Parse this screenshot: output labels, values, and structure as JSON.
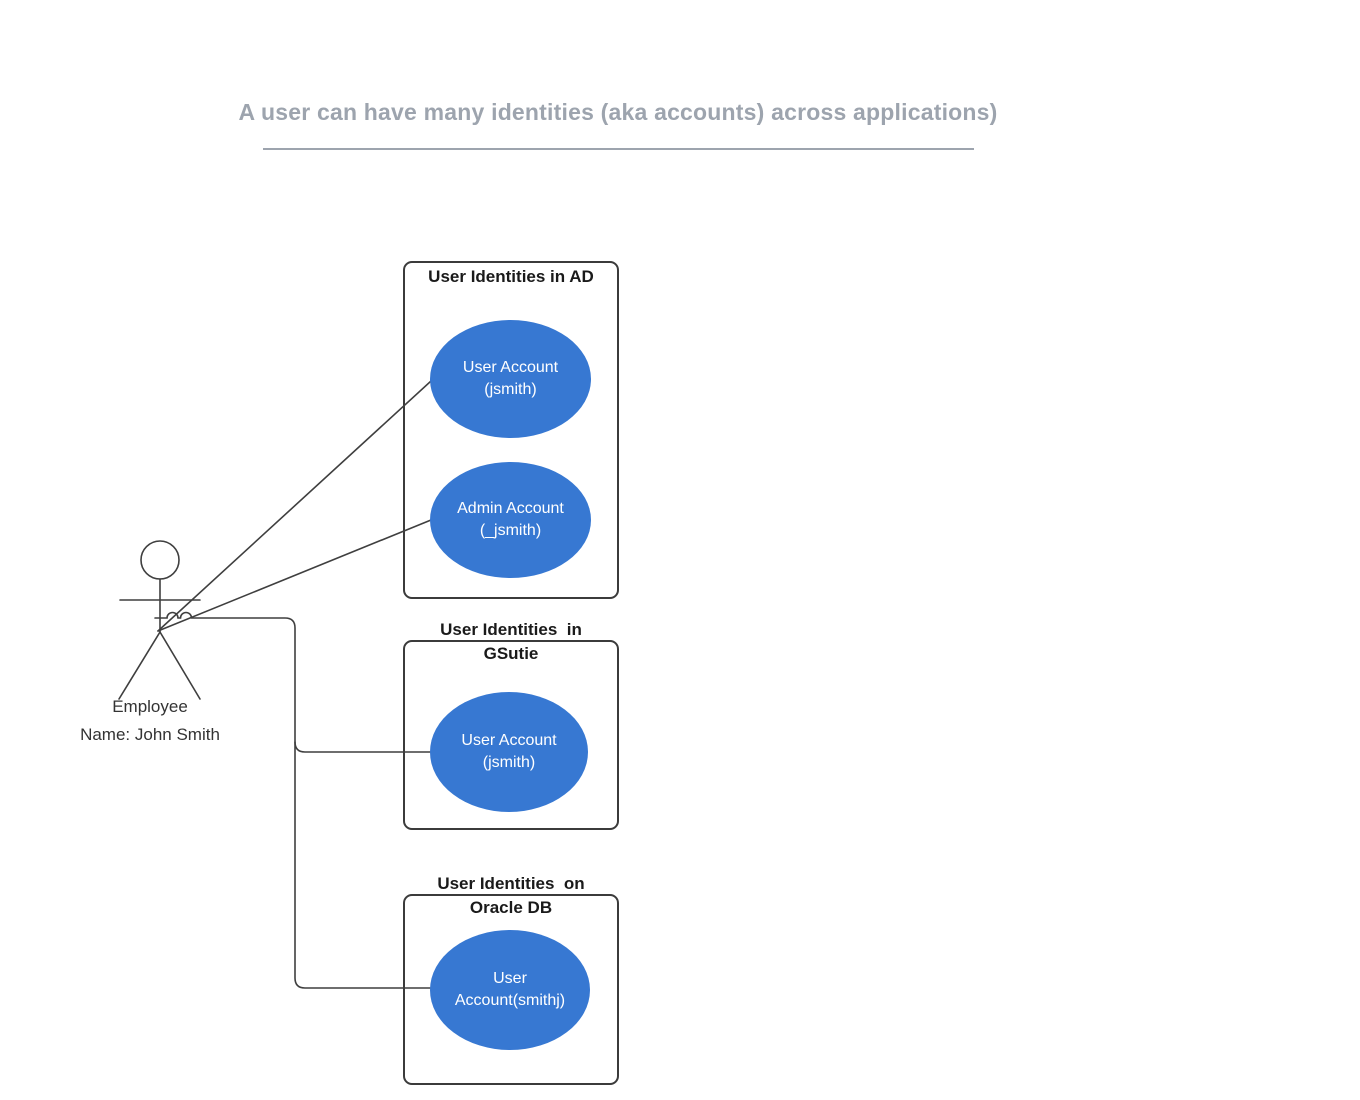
{
  "title": {
    "text": "A user can have many identities (aka accounts) across applications)"
  },
  "actor": {
    "label": "Employee",
    "sublabel": "Name: John Smith"
  },
  "groups": [
    {
      "title": "User Identities in AD",
      "ellipses": [
        "User Account\n(jsmith)",
        "Admin Account\n(_jsmith)"
      ]
    },
    {
      "title": "User Identities  in\nGSutie",
      "ellipses": [
        "User Account\n(jsmith)"
      ]
    },
    {
      "title": "User Identities  on\nOracle DB",
      "ellipses": [
        "User\nAccount(smithj)"
      ]
    }
  ],
  "connectors": [
    "employee-to-ad-user-account",
    "employee-to-ad-admin-account",
    "employee-to-gsuite-user-account",
    "employee-to-oracle-user-account"
  ],
  "colors": {
    "background": "#ffffff",
    "title_gray": "#9da4ae",
    "box_border": "#3b3b3b",
    "box_title": "#1a1a1a",
    "ellipse_fill": "#3778d2",
    "ellipse_text": "#ffffff",
    "line_color": "#3f3f3f",
    "actor_text": "#333333"
  }
}
